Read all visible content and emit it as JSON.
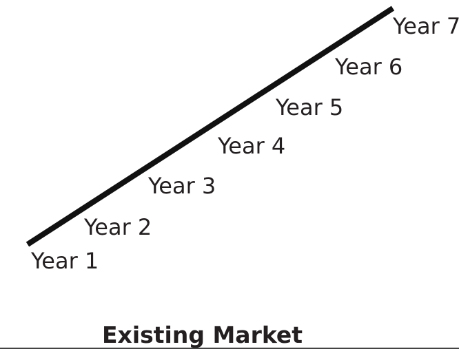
{
  "diagram": {
    "years": [
      "Year 1",
      "Year 2",
      "Year 3",
      "Year 4",
      "Year 5",
      "Year 6",
      "Year 7"
    ],
    "caption": "Existing Market",
    "line_color": "#111111",
    "text_color": "#231f20"
  }
}
